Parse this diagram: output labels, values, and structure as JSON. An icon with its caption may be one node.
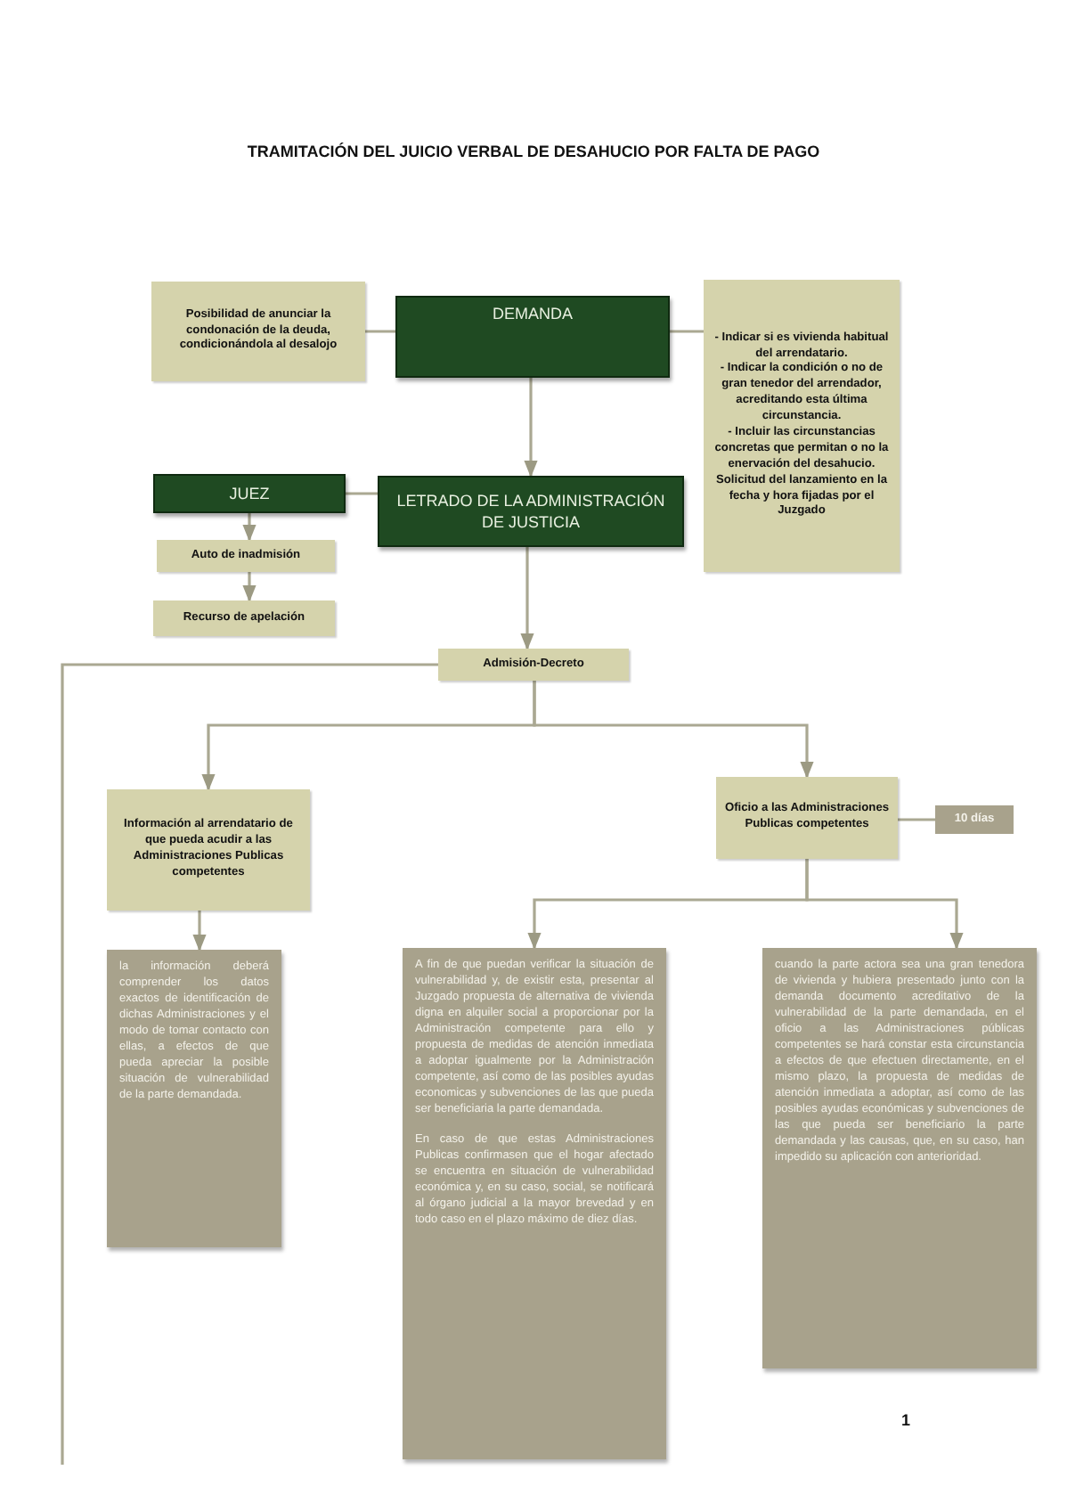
{
  "diagram": {
    "title": "TRAMITACIÓN DEL JUICIO VERBAL DE DESAHUCIO POR FALTA DE PAGO",
    "nodes": [
      {
        "text": [
          "Posibilidad de anunciar la condonación de la deuda, condicionándola al desalojo"
        ]
      },
      {
        "text": [
          "DEMANDA"
        ]
      },
      {
        "text": [
          "- Indicar si es vivienda habitual del arrendatario.",
          "- Indicar la condición o no de gran tenedor del arrendador, acreditando esta última circunstancia.",
          "- Incluir las circunstancias concretas que permitan o no la enervación del desahucio. Solicitud del lanzamiento en la fecha y hora fijadas por el Juzgado"
        ]
      },
      {
        "text": [
          "JUEZ"
        ]
      },
      {
        "text": [
          "LETRADO DE LA ADMINISTRACIÓN DE JUSTICIA"
        ]
      },
      {
        "text": [
          "Auto de inadmisión"
        ]
      },
      {
        "text": [
          "Recurso de apelación"
        ]
      },
      {
        "text": [
          "Admisión-Decreto"
        ]
      },
      {
        "text": [
          "Información al arrendatario de que pueda acudir a las Administraciones Publicas competentes"
        ]
      },
      {
        "text": [
          "Oficio a las Administraciones Publicas competentes"
        ]
      },
      {
        "text": [
          "10 días"
        ]
      },
      {
        "text": [
          "la información deberá comprender los datos exactos de identificación de dichas Administraciones y el modo de tomar contacto con ellas, a efectos de que pueda apreciar la posible situación de vulnerabilidad de la parte demandada."
        ]
      },
      {
        "text": [
          "A fin de que puedan verificar la situación de vulnerabilidad y, de existir esta, presentar al Juzgado propuesta de alternativa de vivienda digna en alquiler social a proporcionar por la Administración competente para ello y propuesta de medidas de atención inmediata a adoptar igualmente por la Administración competente, así como de las posibles ayudas economicas y subvenciones de las que pueda ser beneficiaria la parte demandada.",
          "En caso de que estas Administraciones Publicas confirmasen que el hogar afectado se encuentra en situación de vulnerabilidad económica y, en su caso, social, se notificará al órgano judicial a la mayor brevedad y en todo caso en el plazo máximo de diez días."
        ]
      },
      {
        "text": [
          "cuando la parte actora sea una gran tenedora de vivienda y hubiera presentado junto con la demanda documento acreditativo de la vulnerabilidad de la parte demandada, en el oficio a las Administraciones públicas competentes se hará constar esta circunstancia a efectos de que efectuen directamente, en el mismo plazo, la propuesta de medidas de atención inmediata a adoptar, así como de las posibles ayudas económicas y subvenciones de las que pueda ser beneficiario la parte demandada y las causas, que, en su caso, han impedido su aplicación con anterioridad."
        ]
      }
    ],
    "edges": [
      {
        "from": 0,
        "to": 1,
        "arrow": "none"
      },
      {
        "from": 2,
        "to": 1,
        "arrow": "none"
      },
      {
        "from": 1,
        "to": 4,
        "arrow": "to"
      },
      {
        "from": 3,
        "to": 4,
        "arrow": "none"
      },
      {
        "from": 3,
        "to": 5,
        "arrow": "to"
      },
      {
        "from": 5,
        "to": 6,
        "arrow": "to"
      },
      {
        "from": 4,
        "to": 7,
        "arrow": "to"
      },
      {
        "from": 7,
        "to": 8,
        "arrow": "to"
      },
      {
        "from": 7,
        "to": 9,
        "arrow": "to"
      },
      {
        "from": 7,
        "to": null,
        "arrow": "none"
      },
      {
        "from": 9,
        "to": 10,
        "arrow": "none"
      },
      {
        "from": 8,
        "to": 11,
        "arrow": "to"
      },
      {
        "from": 9,
        "to": 12,
        "arrow": "to"
      },
      {
        "from": 9,
        "to": 13,
        "arrow": "to"
      }
    ],
    "labels": [
      "1"
    ]
  }
}
